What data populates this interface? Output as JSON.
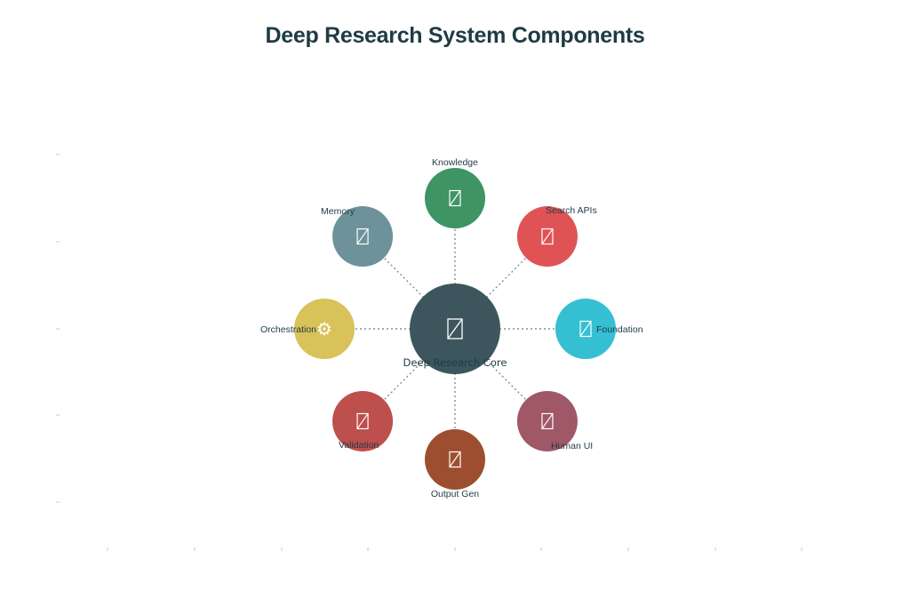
{
  "title": "Deep Research System Components",
  "core": {
    "label": "Deep Research Core",
    "color": "#3d565d",
    "icon": "placeholder-box-icon"
  },
  "components": [
    {
      "label": "Knowledge",
      "color": "#3e9463",
      "icon": "placeholder-box-icon"
    },
    {
      "label": "Search APIs",
      "color": "#df5355",
      "icon": "placeholder-box-icon"
    },
    {
      "label": "Foundation",
      "color": "#35bfd2",
      "icon": "placeholder-box-icon"
    },
    {
      "label": "Human UI",
      "color": "#a05766",
      "icon": "placeholder-box-icon"
    },
    {
      "label": "Output Gen",
      "color": "#9e4e30",
      "icon": "placeholder-box-icon"
    },
    {
      "label": "Validation",
      "color": "#bd4f4d",
      "icon": "placeholder-box-icon"
    },
    {
      "label": "Orchestration",
      "color": "#d8c259",
      "icon": "gear-icon"
    },
    {
      "label": "Memory",
      "color": "#6e929a",
      "icon": "placeholder-box-icon"
    }
  ]
}
